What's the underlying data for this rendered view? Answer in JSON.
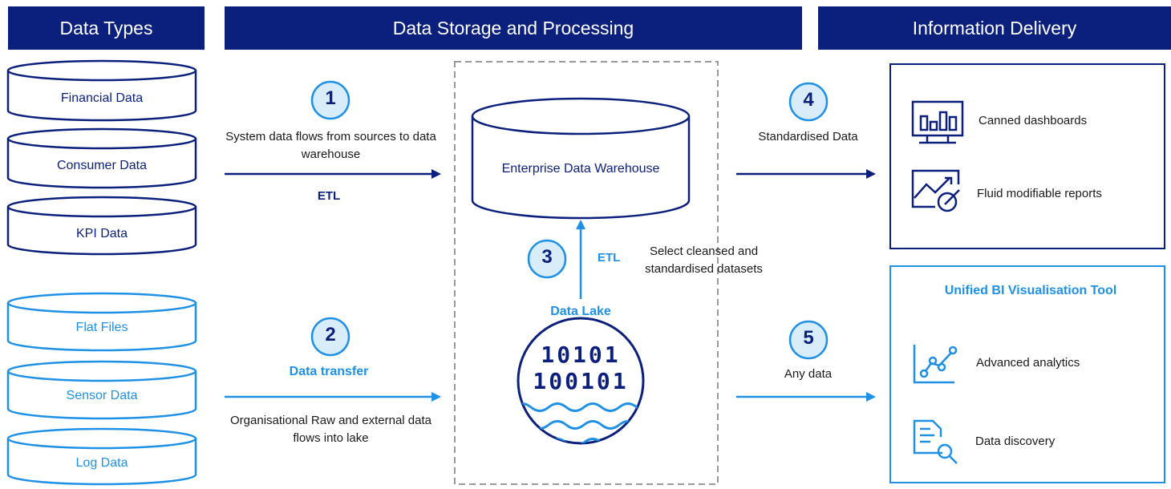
{
  "headers": {
    "data_types": "Data Types",
    "storage": "Data Storage and Processing",
    "delivery": "Information Delivery"
  },
  "structured_sources": [
    "Financial Data",
    "Consumer Data",
    "KPI Data"
  ],
  "unstructured_sources": [
    "Flat Files",
    "Sensor Data",
    "Log Data"
  ],
  "step1": {
    "number": "1",
    "text": "System data flows from sources to data warehouse",
    "label": "ETL"
  },
  "step2": {
    "number": "2",
    "label": "Data transfer",
    "text": "Organisational Raw and external data flows into lake"
  },
  "step3": {
    "number": "3",
    "label": "ETL",
    "text": "Select cleansed and standardised datasets"
  },
  "step4": {
    "number": "4",
    "text": "Standardised Data"
  },
  "step5": {
    "number": "5",
    "text": "Any data"
  },
  "warehouse": {
    "label": "Enterprise Data Warehouse"
  },
  "lake": {
    "label": "Data Lake",
    "binary_line1": "10101",
    "binary_line2": "100101"
  },
  "delivery_top": {
    "items": [
      "Canned dashboards",
      "Fluid modifiable reports"
    ]
  },
  "delivery_bottom": {
    "title": "Unified BI Visualisation Tool",
    "items": [
      "Advanced analytics",
      "Data discovery"
    ]
  },
  "colors": {
    "navy": "#0b1f7d",
    "blue": "#1e90e6",
    "light_blue": "#d9ecfa"
  }
}
